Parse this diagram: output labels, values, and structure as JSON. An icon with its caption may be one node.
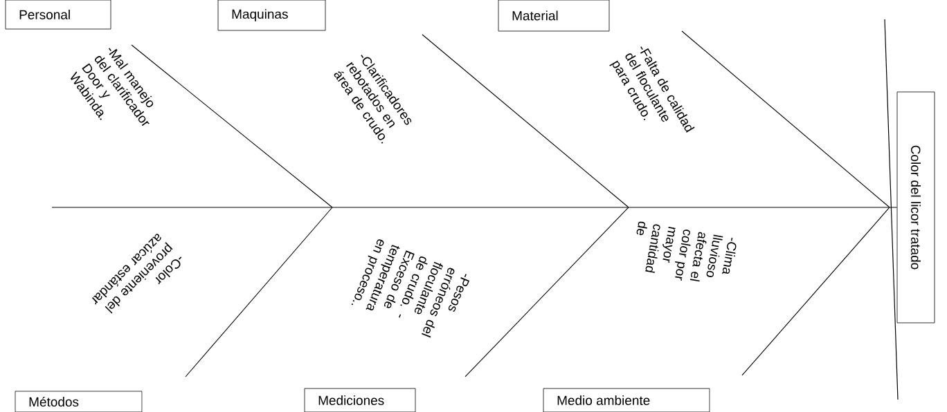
{
  "diagram": {
    "nodes": [
      {
        "text": [
          "Personal"
        ]
      },
      {
        "text": [
          "Maquinas"
        ]
      },
      {
        "text": [
          "Material"
        ]
      },
      {
        "text": [
          "Métodos"
        ]
      },
      {
        "text": [
          "Mediciones"
        ]
      },
      {
        "text": [
          "Medio ambiente"
        ]
      },
      {
        "text": [
          "Color del licor tratado"
        ]
      }
    ],
    "edges": [
      {
        "from": null,
        "to": 6,
        "arrow": "none"
      }
    ],
    "labels": [
      "-Mal manejo del clarificador Door y Wabinda.",
      "-Clarificadores rebotados en área de crudo.",
      "-Falta de calidad del floculante para crudo.",
      "-Color proveniente del azúcar estándar",
      "-Pesos erróneos del floculante de crudo. - Exceso de temperatura en proceso..",
      "-Clima lluvioso afecta el color por mayor cantidad de"
    ]
  }
}
